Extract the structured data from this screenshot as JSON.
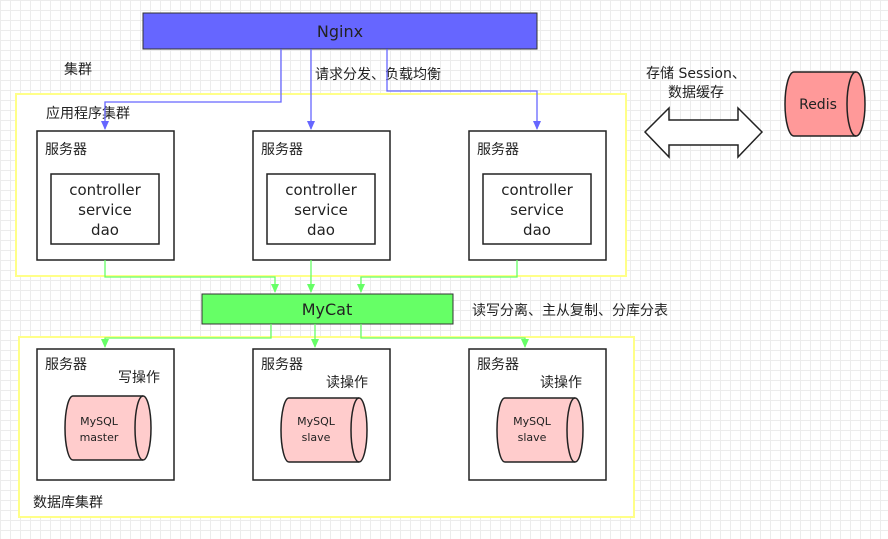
{
  "nginx": {
    "label": "Nginx"
  },
  "cluster_label": "集群",
  "app_cluster": {
    "title": "应用程序集群",
    "servers": [
      {
        "title": "服务器",
        "lines": [
          "controller",
          "service",
          "dao"
        ]
      },
      {
        "title": "服务器",
        "lines": [
          "controller",
          "service",
          "dao"
        ]
      },
      {
        "title": "服务器",
        "lines": [
          "controller",
          "service",
          "dao"
        ]
      }
    ]
  },
  "request_label": "请求分发、负载均衡",
  "session_label": {
    "line1": "存储 Session、",
    "line2": "数据缓存"
  },
  "redis": {
    "label": "Redis"
  },
  "mycat": {
    "label": "MyCat"
  },
  "mycat_desc": "读写分离、主从复制、分库分表",
  "db_cluster": {
    "title": "数据库集群",
    "servers": [
      {
        "title": "服务器",
        "op": "写操作",
        "db_line1": "MySQL",
        "db_line2": "master"
      },
      {
        "title": "服务器",
        "op": "读操作",
        "db_line1": "MySQL",
        "db_line2": "slave"
      },
      {
        "title": "服务器",
        "op": "读操作",
        "db_line1": "MySQL",
        "db_line2": "slave"
      }
    ]
  },
  "colors": {
    "nginx_fill": "#6666ff",
    "mycat_fill": "#66ff66",
    "cluster_border": "#ffff88",
    "redis_fill": "#ff9999",
    "mysql_fill": "#ffcccc",
    "blue_arrow": "#6666ff",
    "green_arrow": "#66ff66"
  }
}
